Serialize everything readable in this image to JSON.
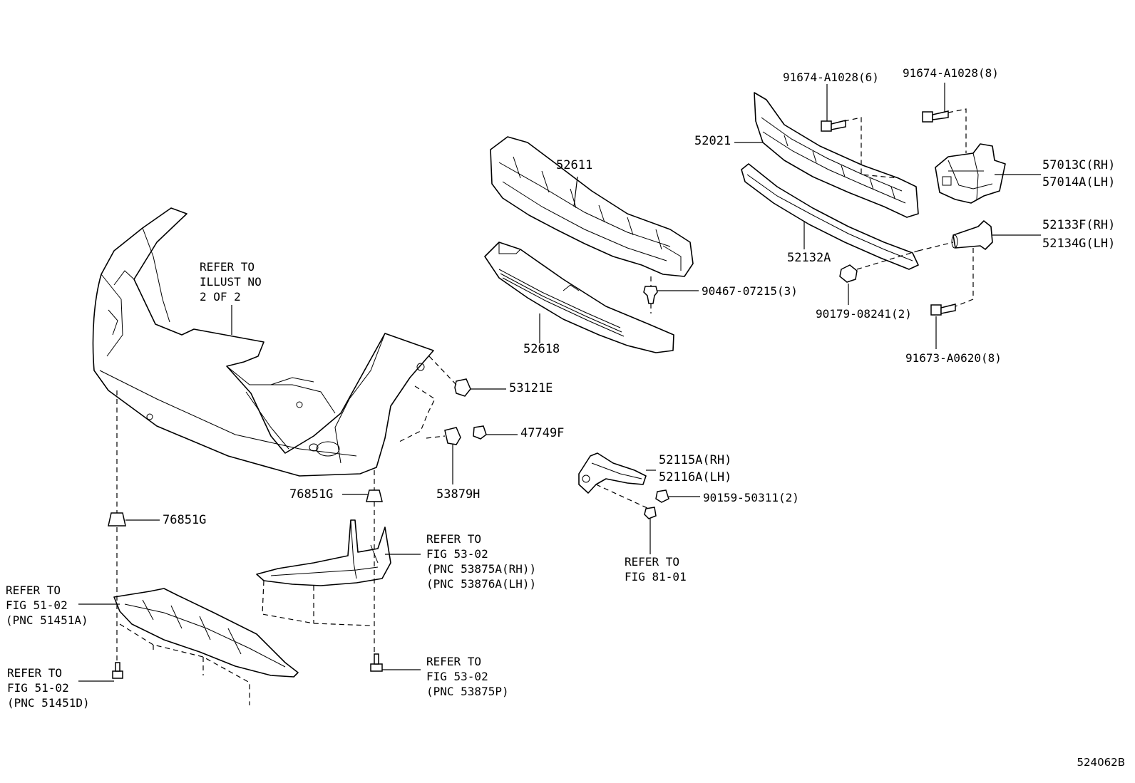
{
  "refs": {
    "illust": [
      "REFER TO",
      "ILLUST NO",
      "2 OF 2"
    ],
    "fig5302_pnc": [
      "REFER TO",
      "FIG 53-02",
      "(PNC 53875A(RH))",
      "(PNC 53876A(LH))"
    ],
    "fig5102_a": [
      "REFER TO",
      "FIG 51-02",
      "(PNC 51451A)"
    ],
    "fig5102_d": [
      "REFER TO",
      "FIG 51-02",
      "(PNC 51451D)"
    ],
    "fig5302_p": [
      "REFER TO",
      "FIG 53-02",
      "(PNC 53875P)"
    ],
    "fig8101": [
      "REFER TO",
      "FIG 81-01"
    ]
  },
  "parts": {
    "p91674_6": "91674-A1028(6)",
    "p91674_8": "91674-A1028(8)",
    "p52021": "52021",
    "p57013": "57013C(RH)",
    "p57014": "57014A(LH)",
    "p52611": "52611",
    "p52133": "52133F(RH)",
    "p52134": "52134G(LH)",
    "p52132": "52132A",
    "p90467": "90467-07215(3)",
    "p90179": "90179-08241(2)",
    "p91673": "91673-A0620(8)",
    "p52618": "52618",
    "p53121": "53121E",
    "p47749": "47749F",
    "p52115": "52115A(RH)",
    "p52116": "52116A(LH)",
    "p76851_top": "76851G",
    "p53879": "53879H",
    "p90159": "90159-50311(2)",
    "p76851_left": "76851G"
  },
  "drawing_code": "524062B"
}
